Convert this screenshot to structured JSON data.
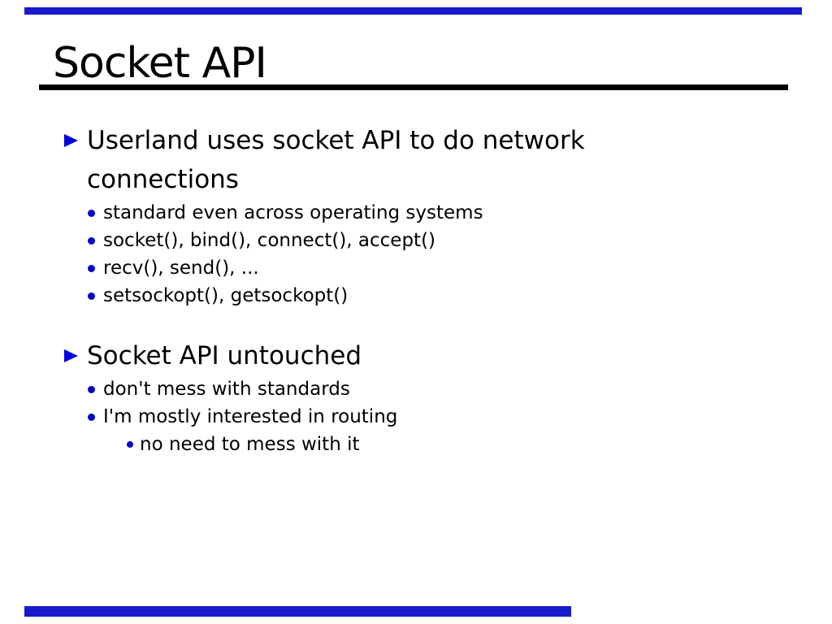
{
  "slide": {
    "title": "Socket API",
    "background_color": "#ffffff",
    "text_color": "#000000",
    "accent_blue": "#0000cd",
    "top_bar_color": "#1a1acd",
    "bottom_bar_color": "#1a1acd",
    "title_rule_color": "#000000"
  },
  "sections": [
    {
      "title_lines": [
        "Userland uses socket API to do network",
        "connections"
      ],
      "items": [
        {
          "level": 1,
          "text": "standard even across operating systems"
        },
        {
          "level": 1,
          "text": "socket(), bind(), connect(), accept()"
        },
        {
          "level": 1,
          "text": "recv(), send(), ..."
        },
        {
          "level": 1,
          "text": "setsockopt(), getsockopt()"
        }
      ]
    },
    {
      "title_lines": [
        "Socket API untouched"
      ],
      "items": [
        {
          "level": 1,
          "text": "don't mess with standards"
        },
        {
          "level": 1,
          "text": "I'm mostly interested in routing"
        },
        {
          "level": 2,
          "text": "no need to mess with it"
        }
      ]
    }
  ]
}
